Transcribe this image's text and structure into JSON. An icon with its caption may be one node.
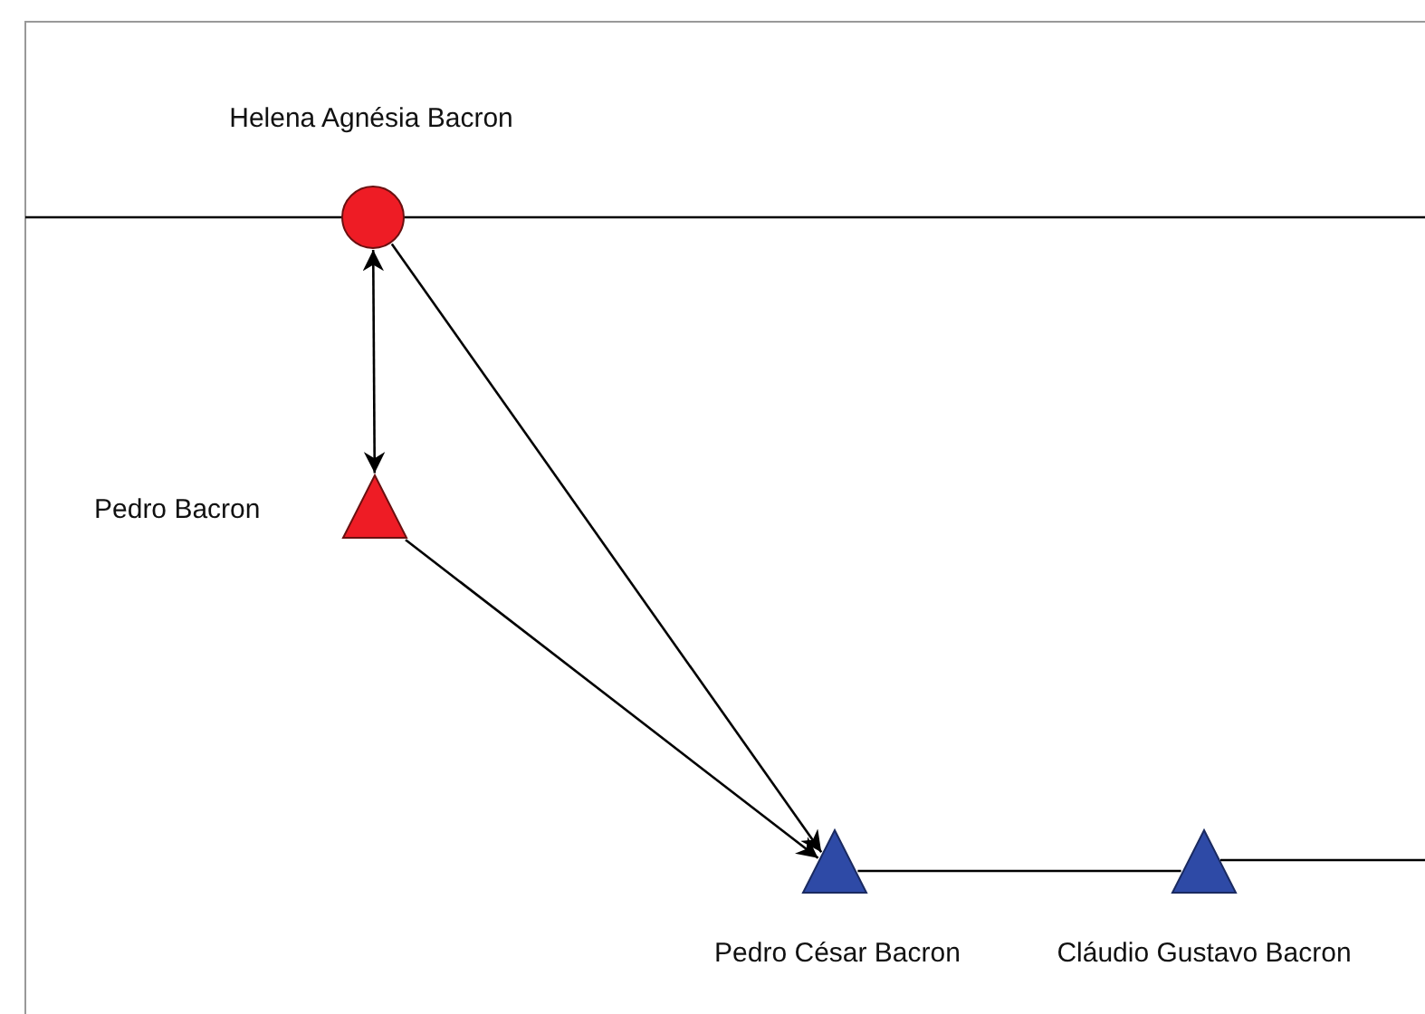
{
  "diagram": {
    "nodes": [
      {
        "text": [
          "Helena Agnésia Bacron"
        ]
      },
      {
        "text": [
          "Pedro Bacron"
        ]
      },
      {
        "text": [
          "Pedro César Bacron"
        ]
      },
      {
        "text": [
          "Cláudio Gustavo Bacron"
        ]
      }
    ],
    "edges": [
      {
        "from": 0,
        "to": 1,
        "arrow": "both"
      },
      {
        "from": 0,
        "to": 2,
        "arrow": "to"
      },
      {
        "from": 1,
        "to": 2,
        "arrow": "to"
      },
      {
        "from": 2,
        "to": 3,
        "arrow": "none"
      }
    ]
  }
}
